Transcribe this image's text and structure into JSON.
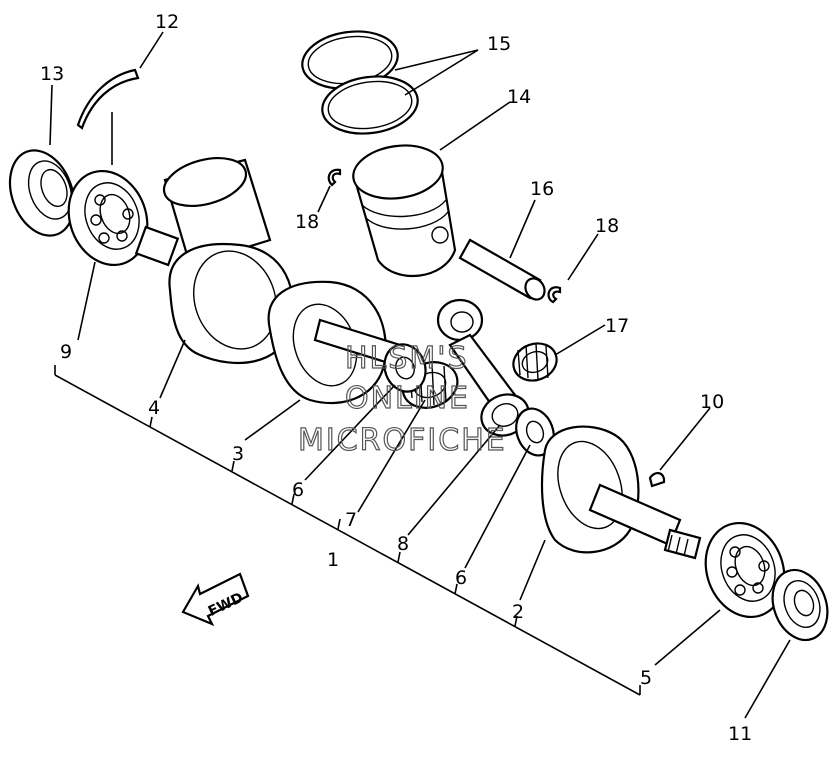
{
  "labels": {
    "p1": "1",
    "p2": "2",
    "p3": "3",
    "p4": "4",
    "p5": "5",
    "p6a": "6",
    "p6b": "6",
    "p7": "7",
    "p8": "8",
    "p9": "9",
    "p10": "10",
    "p11": "11",
    "p12": "12",
    "p13": "13",
    "p14": "14",
    "p15": "15",
    "p16": "16",
    "p17": "17",
    "p18a": "18",
    "p18b": "18"
  },
  "watermark": {
    "line1": "HLSM'S",
    "line2": "ONLINE",
    "line3": "MICROFICHE"
  },
  "direction_arrow": "FWD"
}
